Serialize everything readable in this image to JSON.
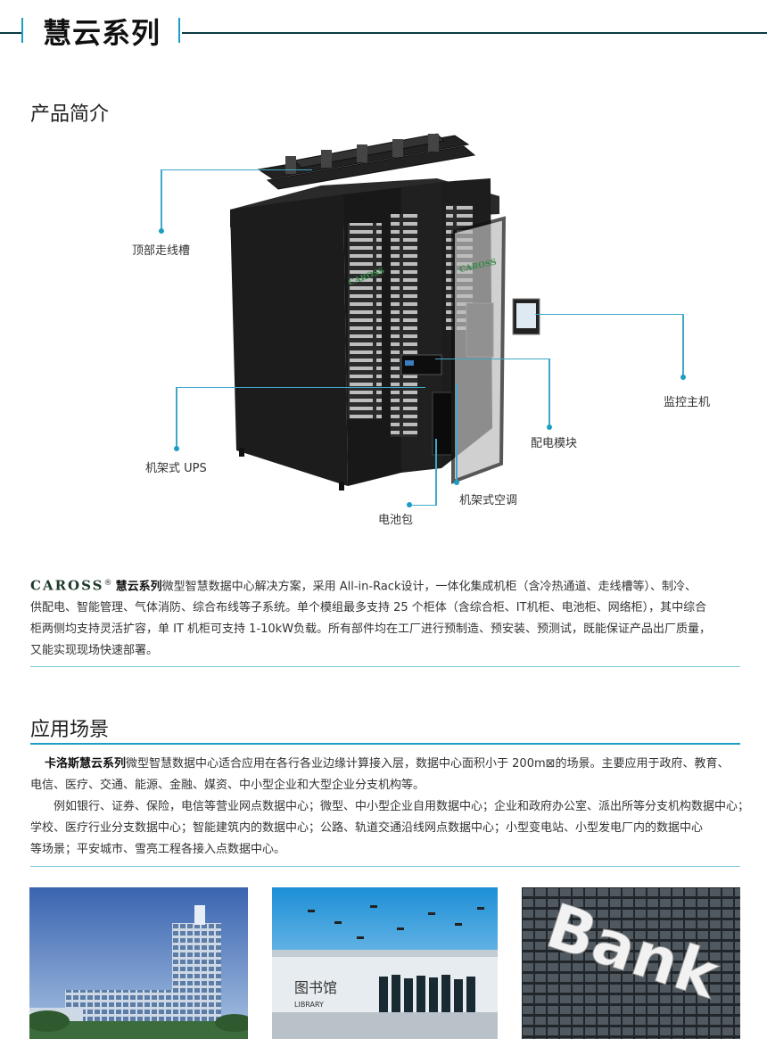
{
  "header": {
    "title": "慧云系列"
  },
  "intro": {
    "title": "产品简介",
    "callouts": {
      "top_cable_tray": "顶部走线槽",
      "monitor_host": "监控主机",
      "power_module": "配电模块",
      "rack_ups": "机架式 UPS",
      "rack_ac": "机架式空调",
      "battery_pack": "电池包"
    },
    "cabinet_logo": "CAROSS",
    "brand": "CAROSS",
    "brand_reg": "®",
    "series": "慧云系列",
    "line1": "微型智慧数据中心解决方案，采用 All-in-Rack设计，一体化集成机柜（含冷热通道、走线槽等）、制冷、",
    "line2": "供配电、智能管理、气体消防、综合布线等子系统。单个模组最多支持 25 个柜体（含综合柜、IT机柜、电池柜、网络柜），其中综合",
    "line3": "柜两侧均支持灵活扩容，单 IT 机柜可支持 1-10kW负载。所有部件均在工厂进行预制造、预安装、预测试，既能保证产品出厂质量，",
    "line4": "又能实现现场快速部署。"
  },
  "scenes": {
    "title": "应用场景",
    "brand_series": "卡洛斯慧云系列",
    "line1": "微型智慧数据中心适合应用在各行各业边缘计算接入层，数据中心面积小于 200m⊠的场景。主要应用于政府、教育、",
    "line2": "电信、医疗、交通、能源、金融、媒资、中小型企业和大型企业分支机构等。",
    "line3": "例如银行、证券、保险，电信等营业网点数据中心；微型、中小型企业自用数据中心；企业和政府办公室、派出所等分支机构数据中心；",
    "line4": "学校、医疗行业分支数据中心；智能建筑内的数据中心；公路、轨道交通沿线网点数据中心；小型变电站、小型发电厂内的数据中心",
    "line5": "等场景；平安城市、雪亮工程各接入点数据中心。",
    "photos": {
      "library_sign": "图书馆",
      "library_en": "LIBRARY",
      "bank_sign": "Bank"
    }
  }
}
